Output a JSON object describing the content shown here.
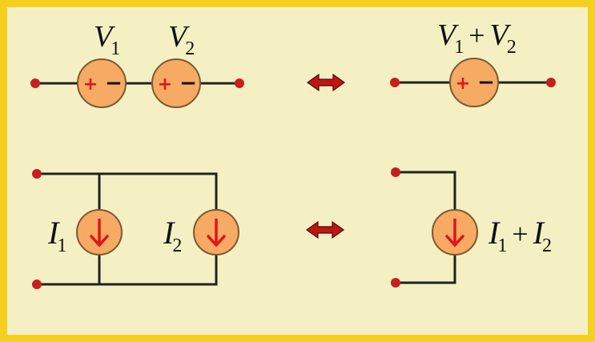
{
  "colors": {
    "frame": "#f5d020",
    "background": "#f5f0c4",
    "source_fill": "#f7aa63",
    "source_stroke": "#7a5a30",
    "wire": "#222222",
    "terminal": "#c81e1e",
    "plus_sign": "#e0141a",
    "minus_sign": "#111111",
    "current_arrow": "#e0141a",
    "equiv_arrow": "#c01515"
  },
  "voltage_series": {
    "source_1": {
      "symbol": "V",
      "subscript": "1",
      "plus": "+",
      "minus": "−"
    },
    "source_2": {
      "symbol": "V",
      "subscript": "2",
      "plus": "+",
      "minus": "−"
    },
    "equivalent": {
      "term_1": {
        "symbol": "V",
        "subscript": "1"
      },
      "operator": "+",
      "term_2": {
        "symbol": "V",
        "subscript": "2"
      },
      "plus": "+",
      "minus": "−"
    },
    "equivalence_icon": "double-arrow-icon"
  },
  "current_parallel": {
    "source_1": {
      "symbol": "I",
      "subscript": "1",
      "arrow_icon": "down-arrow-icon"
    },
    "source_2": {
      "symbol": "I",
      "subscript": "2",
      "arrow_icon": "down-arrow-icon"
    },
    "equivalent": {
      "term_1": {
        "symbol": "I",
        "subscript": "1"
      },
      "operator": "+",
      "term_2": {
        "symbol": "I",
        "subscript": "2"
      },
      "arrow_icon": "down-arrow-icon"
    },
    "equivalence_icon": "double-arrow-icon"
  }
}
